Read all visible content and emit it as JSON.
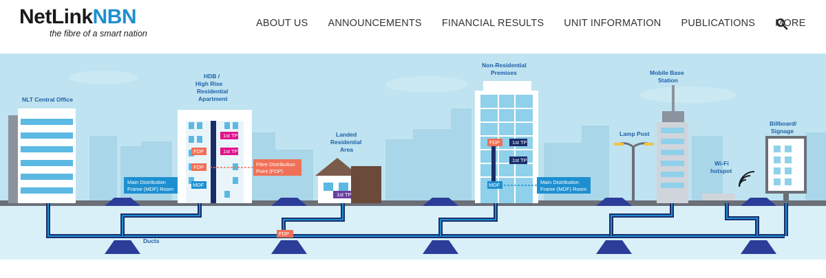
{
  "header": {
    "logo_main_a": "NetLink",
    "logo_main_b": "NBN",
    "logo_tagline": "the fibre of a smart nation"
  },
  "nav": {
    "items": [
      "ABOUT US",
      "ANNOUNCEMENTS",
      "FINANCIAL RESULTS",
      "UNIT INFORMATION",
      "PUBLICATIONS",
      "MORE"
    ]
  },
  "diagram": {
    "central_office": "NLT Central Office",
    "hdb_l1": "HDB /",
    "hdb_l2": "High Rise",
    "hdb_l3": "Residential",
    "hdb_l4": "Apartment",
    "landed_l1": "Landed",
    "landed_l2": "Residential",
    "landed_l3": "Area",
    "nonres_l1": "Non-Residential",
    "nonres_l2": "Premises",
    "mobile_l1": "Mobile Base",
    "mobile_l2": "Station",
    "lamp_post": "Lamp Post",
    "wifi_l1": "Wi-Fi",
    "wifi_l2": "hotspot",
    "billboard_l1": "Billboard/",
    "billboard_l2": "Signage",
    "ducts": "Ducts",
    "fdp": "FDP",
    "mdf": "MDF",
    "tp": "1st TP",
    "mdf_room_l1": "Main Distribution",
    "mdf_room_l2": "Frame (MDF) Room",
    "fdp_point_l1": "Fibre Distribution",
    "fdp_point_l2": "Point (FDP)"
  },
  "colors": {
    "sky": "#bfe3f0",
    "ground": "#6a6f78",
    "underground": "#d9f0f8",
    "duct_dark": "#1a2d6b",
    "duct_light": "#1d8fd1",
    "fdp": "#f07057",
    "mdf": "#1d8fd1",
    "tp": "#e0138c"
  }
}
